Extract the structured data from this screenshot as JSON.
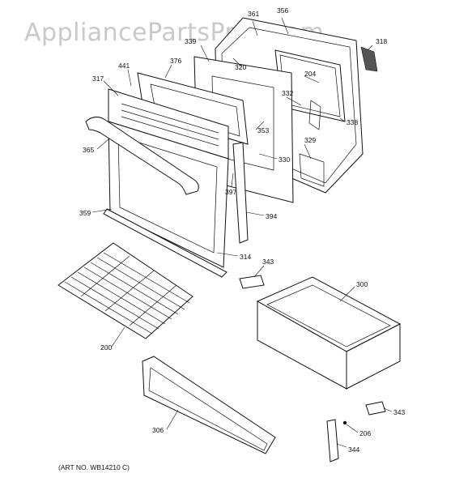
{
  "watermark": "AppliancePartsPros.com",
  "art_no": "(ART NO. WB14210 C)",
  "labels": {
    "p361": "361",
    "p356": "356",
    "p318": "318",
    "p339": "339",
    "p320": "320",
    "p441": "441",
    "p376": "376",
    "p317": "317",
    "p204": "204",
    "p332": "332",
    "p353": "353",
    "p338": "338",
    "p365": "365",
    "p329": "329",
    "p330": "330",
    "p397": "397",
    "p359": "359",
    "p394": "394",
    "p314": "314",
    "p343a": "343",
    "p300": "300",
    "p200": "200",
    "p306": "306",
    "p343b": "343",
    "p206": "206",
    "p344": "344"
  }
}
